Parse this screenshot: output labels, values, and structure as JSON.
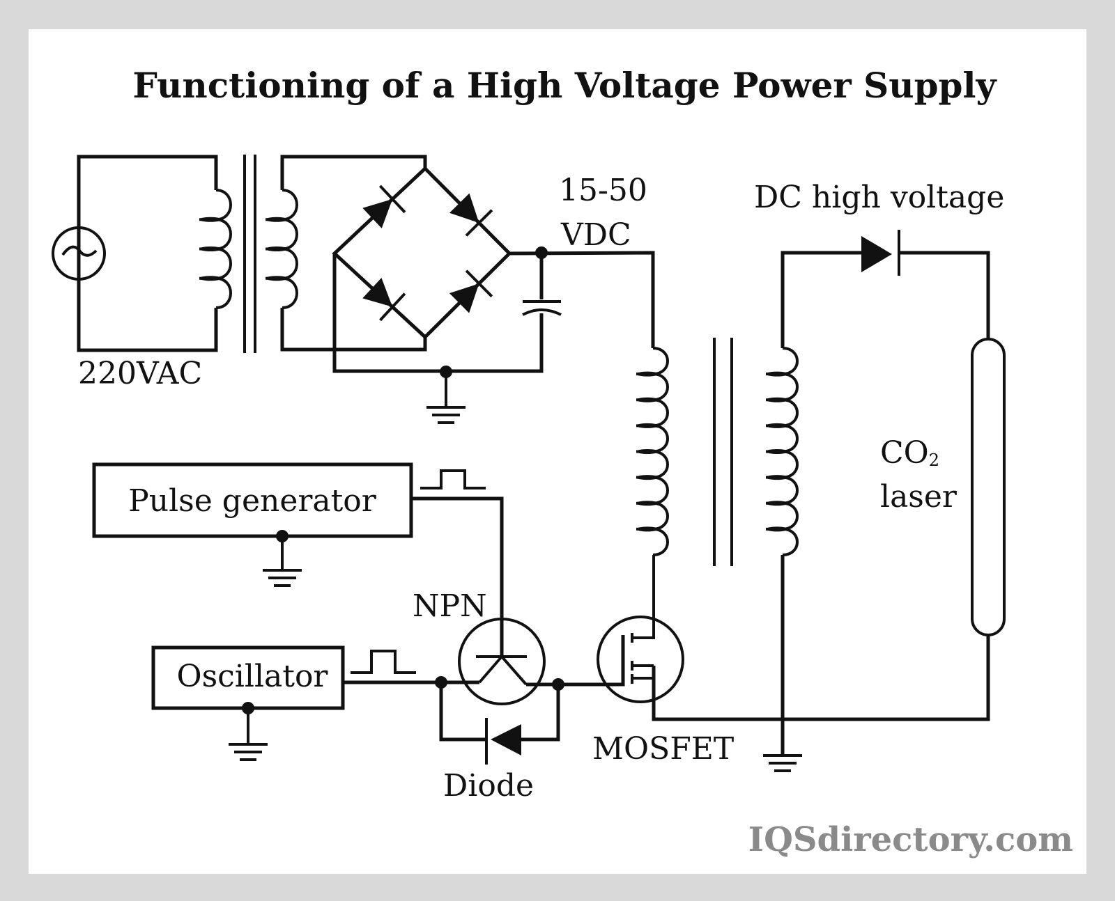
{
  "title": "Functioning of a High Voltage Power Supply",
  "labels": {
    "ac_source": "220VAC",
    "dc_low_line1": "15-50",
    "dc_low_line2": "VDC",
    "dc_high": "DC high voltage",
    "laser_line1": "CO",
    "laser_subscript": "2",
    "laser_line2": "laser",
    "pulse_generator": "Pulse generator",
    "oscillator": "Oscillator",
    "npn": "NPN",
    "mosfet": "MOSFET",
    "diode": "Diode"
  },
  "components": [
    {
      "id": "ac-source",
      "type": "ac-voltage-source",
      "label_ref": "ac_source"
    },
    {
      "id": "step-down-transformer",
      "type": "transformer",
      "primary_turns_drawn": 4,
      "secondary_turns_drawn": 4
    },
    {
      "id": "bridge-rectifier",
      "type": "diode-bridge",
      "diodes": 4
    },
    {
      "id": "filter-capacitor",
      "type": "capacitor"
    },
    {
      "id": "pulse-generator",
      "type": "block",
      "label_ref": "pulse_generator"
    },
    {
      "id": "oscillator",
      "type": "block",
      "label_ref": "oscillator"
    },
    {
      "id": "npn-transistor",
      "type": "npn",
      "label_ref": "npn"
    },
    {
      "id": "protection-diode",
      "type": "diode",
      "label_ref": "diode"
    },
    {
      "id": "mosfet",
      "type": "mosfet",
      "label_ref": "mosfet"
    },
    {
      "id": "step-up-transformer",
      "type": "transformer",
      "primary_turns_drawn": 8,
      "secondary_turns_drawn": 8
    },
    {
      "id": "output-diode",
      "type": "diode",
      "label_ref": "dc_high"
    },
    {
      "id": "co2-laser-tube",
      "type": "laser-tube",
      "label_ref": "laser_line2"
    },
    {
      "id": "grounds",
      "type": "ground",
      "count": 4
    }
  ],
  "watermark": "IQSdirectory.com",
  "colors": {
    "frame": "#d9d9d9",
    "panel": "#ffffff",
    "ink": "#111111",
    "watermark": "#8a8a8a"
  }
}
